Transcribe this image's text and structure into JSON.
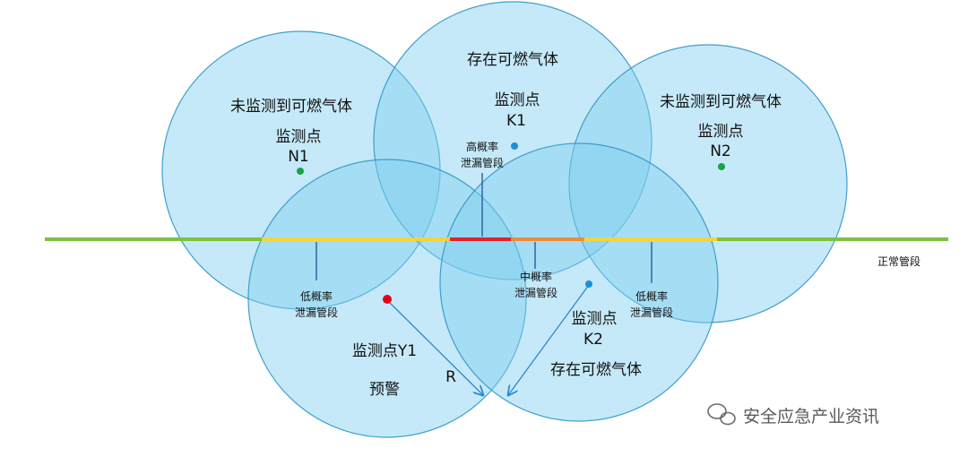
{
  "colors": {
    "circle_fill": "#7fcfef",
    "circle_stroke": "#2f96c8",
    "normal_pipe": "#7cc142",
    "low_pipe": "#f2d53c",
    "mid_pipe": "#f08a3a",
    "high_pipe": "#e3212a",
    "point_green": "#1aa14a",
    "point_blue": "#1b8fd6",
    "point_red": "#e60012"
  },
  "circles": {
    "n1": {
      "status": "未监测到可燃气体",
      "name": "监测点",
      "id": "N1",
      "dot_color": "green"
    },
    "k1": {
      "status": "存在可燃气体",
      "name": "监测点",
      "id": "K1",
      "dot_color": "blue"
    },
    "n2": {
      "status": "未监测到可燃气体",
      "name": "监测点",
      "id": "N2",
      "dot_color": "green"
    },
    "y1": {
      "name": "监测点Y1",
      "alert": "预警",
      "dot_color": "red"
    },
    "k2": {
      "name": "监测点",
      "id": "K2",
      "status": "存在可燃气体",
      "dot_color": "blue"
    }
  },
  "pipe": {
    "normal_label": "正常管段",
    "high_label_1": "高概率",
    "high_label_2": "泄漏管段",
    "mid_label_1": "中概率",
    "mid_label_2": "泄漏管段",
    "low_left_label_1": "低概率",
    "low_left_label_2": "泄漏管段",
    "low_right_label_1": "低概率",
    "low_right_label_2": "泄漏管段"
  },
  "radius_label": "R",
  "watermark": {
    "icon": "wechat-icon",
    "text": "安全应急产业资讯"
  }
}
